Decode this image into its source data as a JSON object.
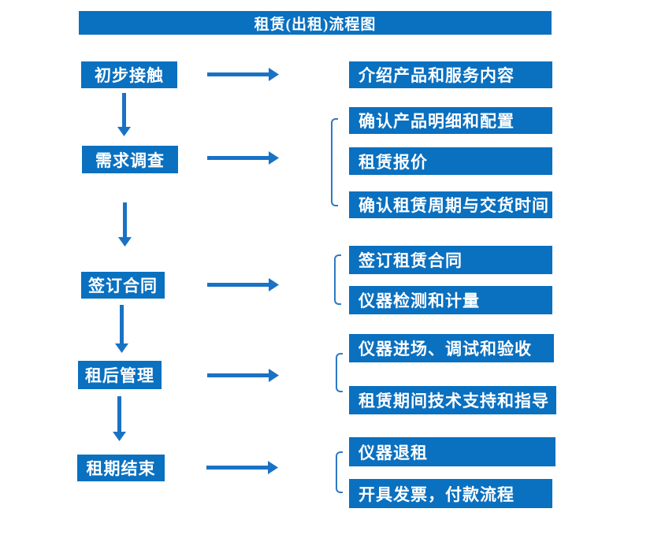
{
  "title": "租赁(出租)流程图",
  "colors": {
    "page_bg": "#ffffff",
    "box_blue": "#0a70c0",
    "arrow_blue": "#1a72c4",
    "bracket_blue": "#2e79c4",
    "text_white": "#ffffff"
  },
  "steps": [
    {
      "label": "初步接触",
      "details": [
        "介绍产品和服务内容"
      ]
    },
    {
      "label": "需求调查",
      "details": [
        "确认产品明细和配置",
        "租赁报价",
        "确认租赁周期与交货时间"
      ]
    },
    {
      "label": "签订合同",
      "details": [
        "签订租赁合同",
        "仪器检测和计量"
      ]
    },
    {
      "label": "租后管理",
      "details": [
        "仪器进场、调试和验收",
        "租赁期间技术支持和指导"
      ]
    },
    {
      "label": "租期结束",
      "details": [
        "仪器退租",
        "开具发票，付款流程"
      ]
    }
  ]
}
